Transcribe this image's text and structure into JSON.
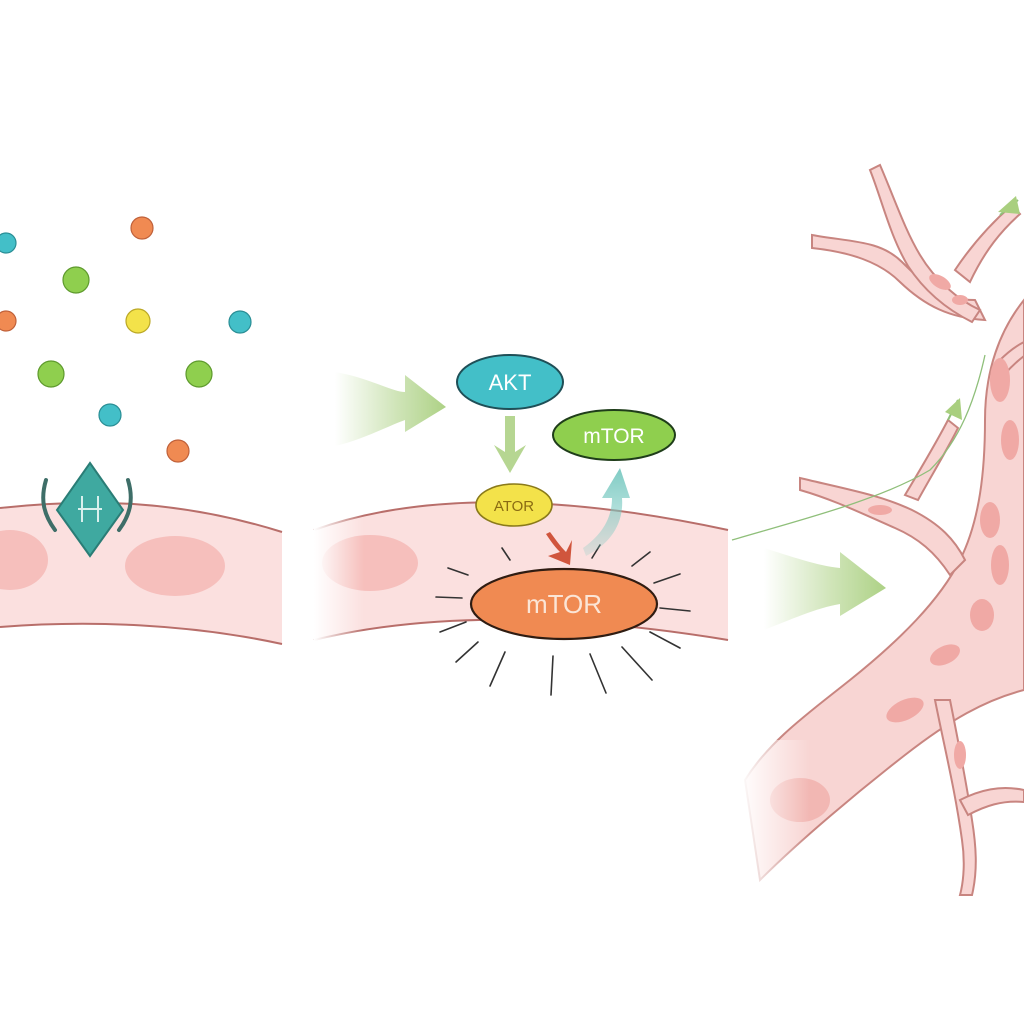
{
  "labels": {
    "akt": "AKT",
    "mtor_green": "mTOR",
    "mtor_yellow": "ATOR",
    "mtor_orange": "mTOR"
  },
  "colors": {
    "background": "#ffffff",
    "membrane_fill": "#fbe0df",
    "membrane_stroke": "#b86e6a",
    "organelle": "#f4b9b6",
    "akt_fill": "#43bfc8",
    "mtor_green_fill": "#8fcf4e",
    "mtor_yellow_fill": "#f3e24a",
    "mtor_orange_fill": "#f08a52",
    "arrow_green": "#a9cf7f",
    "arrow_teal": "#79c9c1",
    "arrow_red": "#d0553d",
    "receptor": "#3fa9a0",
    "neuron_fill": "#f8d5d3",
    "neuron_stroke": "#c88580",
    "neuron_spot": "#f0a9a5"
  },
  "icons": {
    "receptor": "receptor-icon",
    "neuron": "neuron-icon"
  }
}
